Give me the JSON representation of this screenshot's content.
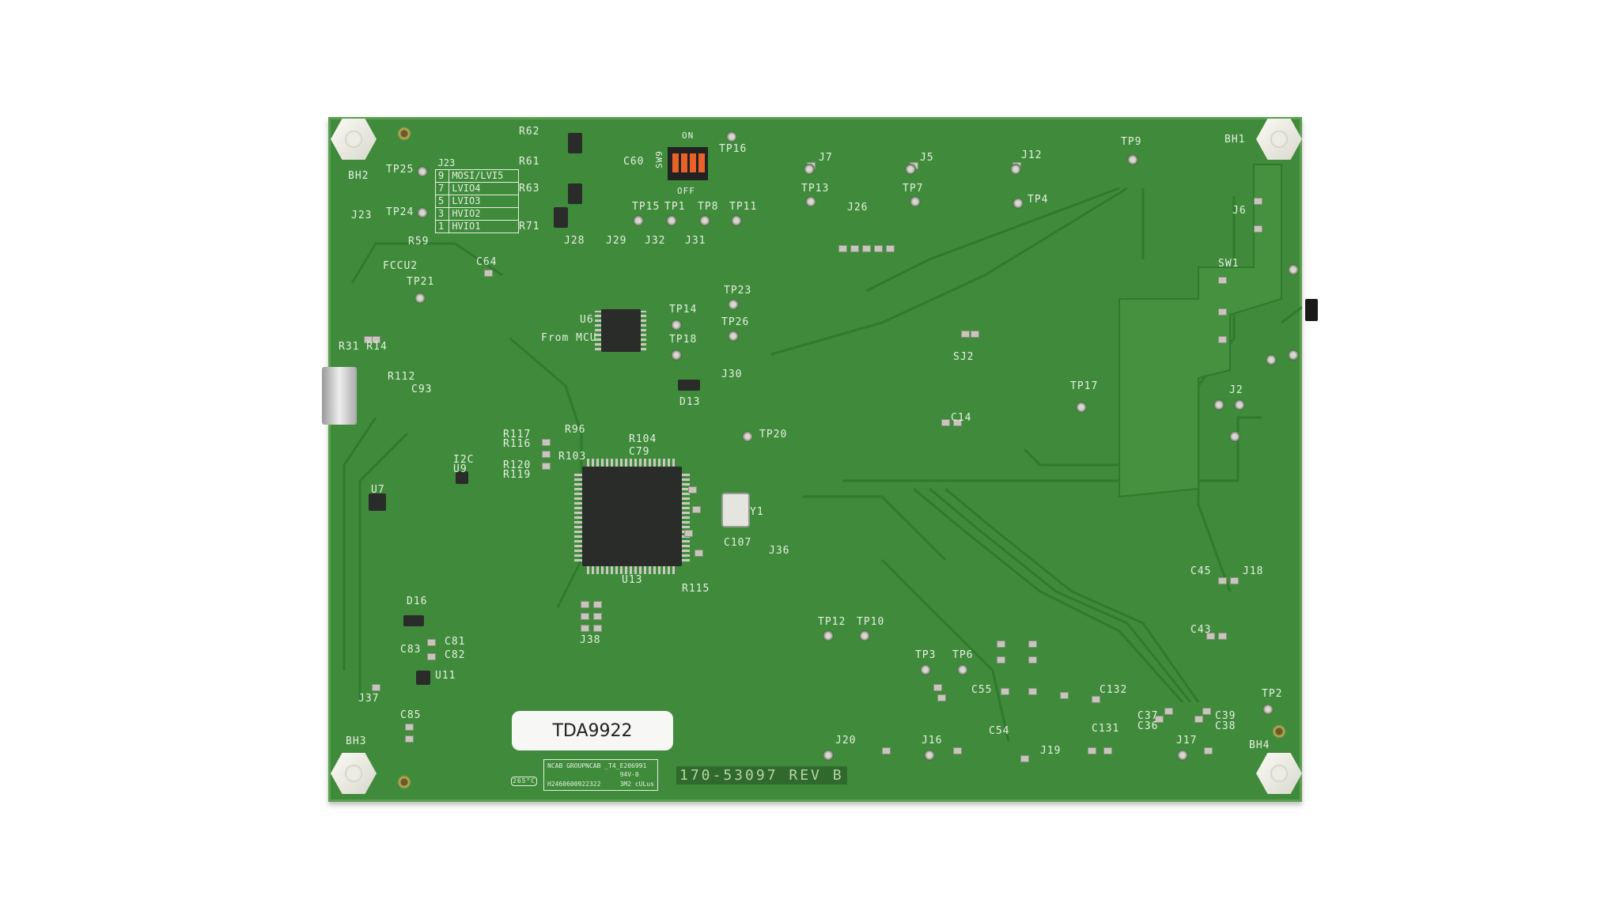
{
  "board": {
    "product_label": "TDA9922",
    "part_number": "170-53097 REV B",
    "ncab": [
      "NCAB GROUP",
      "NCAB _T4_",
      "E206991 94V-0",
      "H246060092",
      "2322",
      "3M2 cULus"
    ],
    "temp_mark": "265°C",
    "j23_table": {
      "title": "J23",
      "rows": [
        [
          "9",
          "MOSI/LVI5"
        ],
        [
          "7",
          "LVIO4"
        ],
        [
          "5",
          "LVIO3"
        ],
        [
          "3",
          "HVIO2"
        ],
        [
          "1",
          "HVIO1"
        ]
      ]
    },
    "switch_labels": {
      "on": "ON",
      "off": "OFF",
      "name": "SW9"
    },
    "silkscreen": [
      "TP25",
      "TP24",
      "J23",
      "TP21",
      "R31 R14",
      "TP16",
      "J7",
      "J5",
      "J12",
      "TP9",
      "BH1",
      "BH2",
      "TP13",
      "TP7",
      "TP4",
      "J26",
      "TP15",
      "TP1",
      "TP8",
      "TP11",
      "J28",
      "J29",
      "J32",
      "J31",
      "TP23",
      "TP14",
      "TP26",
      "TP18",
      "U6",
      "From MCU",
      "J30",
      "D13",
      "TP20",
      "TP17",
      "J2",
      "SW1",
      "J6",
      "SJ2",
      "C14",
      "U7",
      "I2C",
      "U9",
      "R117",
      "R116",
      "R120",
      "R119",
      "R104",
      "U13",
      "R115",
      "Y1",
      "D16",
      "C81",
      "C82",
      "U11",
      "J37",
      "BH3",
      "J38",
      "TP12",
      "TP10",
      "TP3",
      "TP6",
      "J20",
      "J16",
      "J19",
      "J17",
      "TP2",
      "BH4",
      "J18",
      "C37",
      "C36",
      "C39",
      "C38",
      "C132",
      "C131",
      "C55",
      "C54",
      "R62",
      "R61",
      "R63",
      "R71",
      "C60",
      "C64",
      "R59",
      "FCCU2",
      "C93",
      "R112",
      "R96",
      "R103",
      "C79",
      "C107",
      "J36",
      "C45",
      "C43",
      "C83",
      "C85"
    ]
  }
}
